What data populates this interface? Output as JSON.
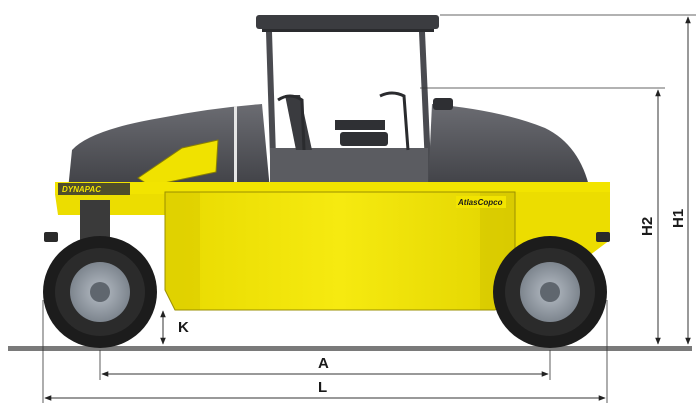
{
  "diagram": {
    "dimensions": {
      "K": "K",
      "A": "A",
      "L": "L",
      "H1": "H1",
      "H2": "H2"
    },
    "branding": {
      "manufacturer_logo": "DYNAPAC",
      "company_logo": "AtlasCopco"
    },
    "colors": {
      "body_yellow": "#f2e400",
      "body_shadow": "#c9bd00",
      "hood_gray": "#56575c",
      "tire_black": "#1c1c1c",
      "rim_gray": "#8d949c",
      "ground": "#7a7a7a",
      "dimension_line": "#333333"
    }
  }
}
